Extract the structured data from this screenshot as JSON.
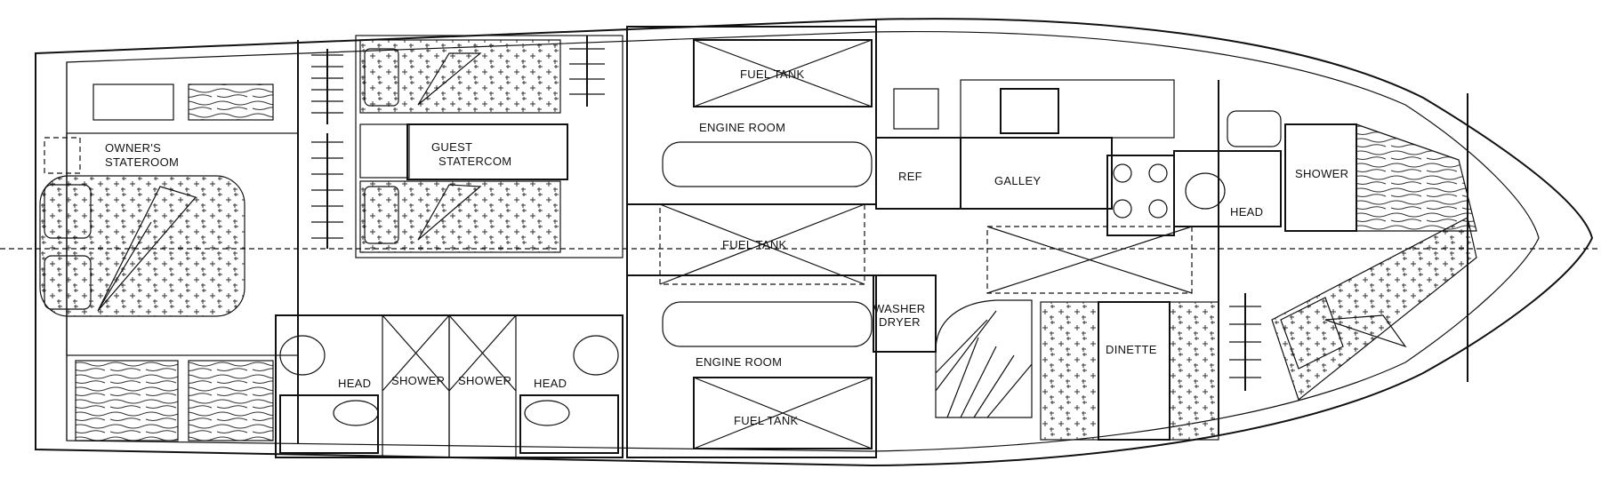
{
  "labels": {
    "owners_stateroom": [
      "OWNER'S",
      "STATEROOM"
    ],
    "guest_stateroom": [
      "GUEST",
      "STATERCOM"
    ],
    "engine_room_top": "ENGINE ROOM",
    "engine_room_bottom": "ENGINE ROOM",
    "fuel_tank_top": "FUEL TANK",
    "fuel_tank_center": "FUEL TANK",
    "fuel_tank_bottom": "FUEL TANK",
    "ref": "REF",
    "galley": "GALLEY",
    "head_fwd": "HEAD",
    "shower_fwd": "SHOWER",
    "washer_dryer": [
      "WASHER",
      "DRYER"
    ],
    "dinette": "DINETTE",
    "head_aft_left": "HEAD",
    "shower_aft_left": "SHOWER",
    "shower_aft_right": "SHOWER",
    "head_aft_right": "HEAD"
  },
  "colors": {
    "ink": "#111111",
    "paper": "#ffffff"
  }
}
